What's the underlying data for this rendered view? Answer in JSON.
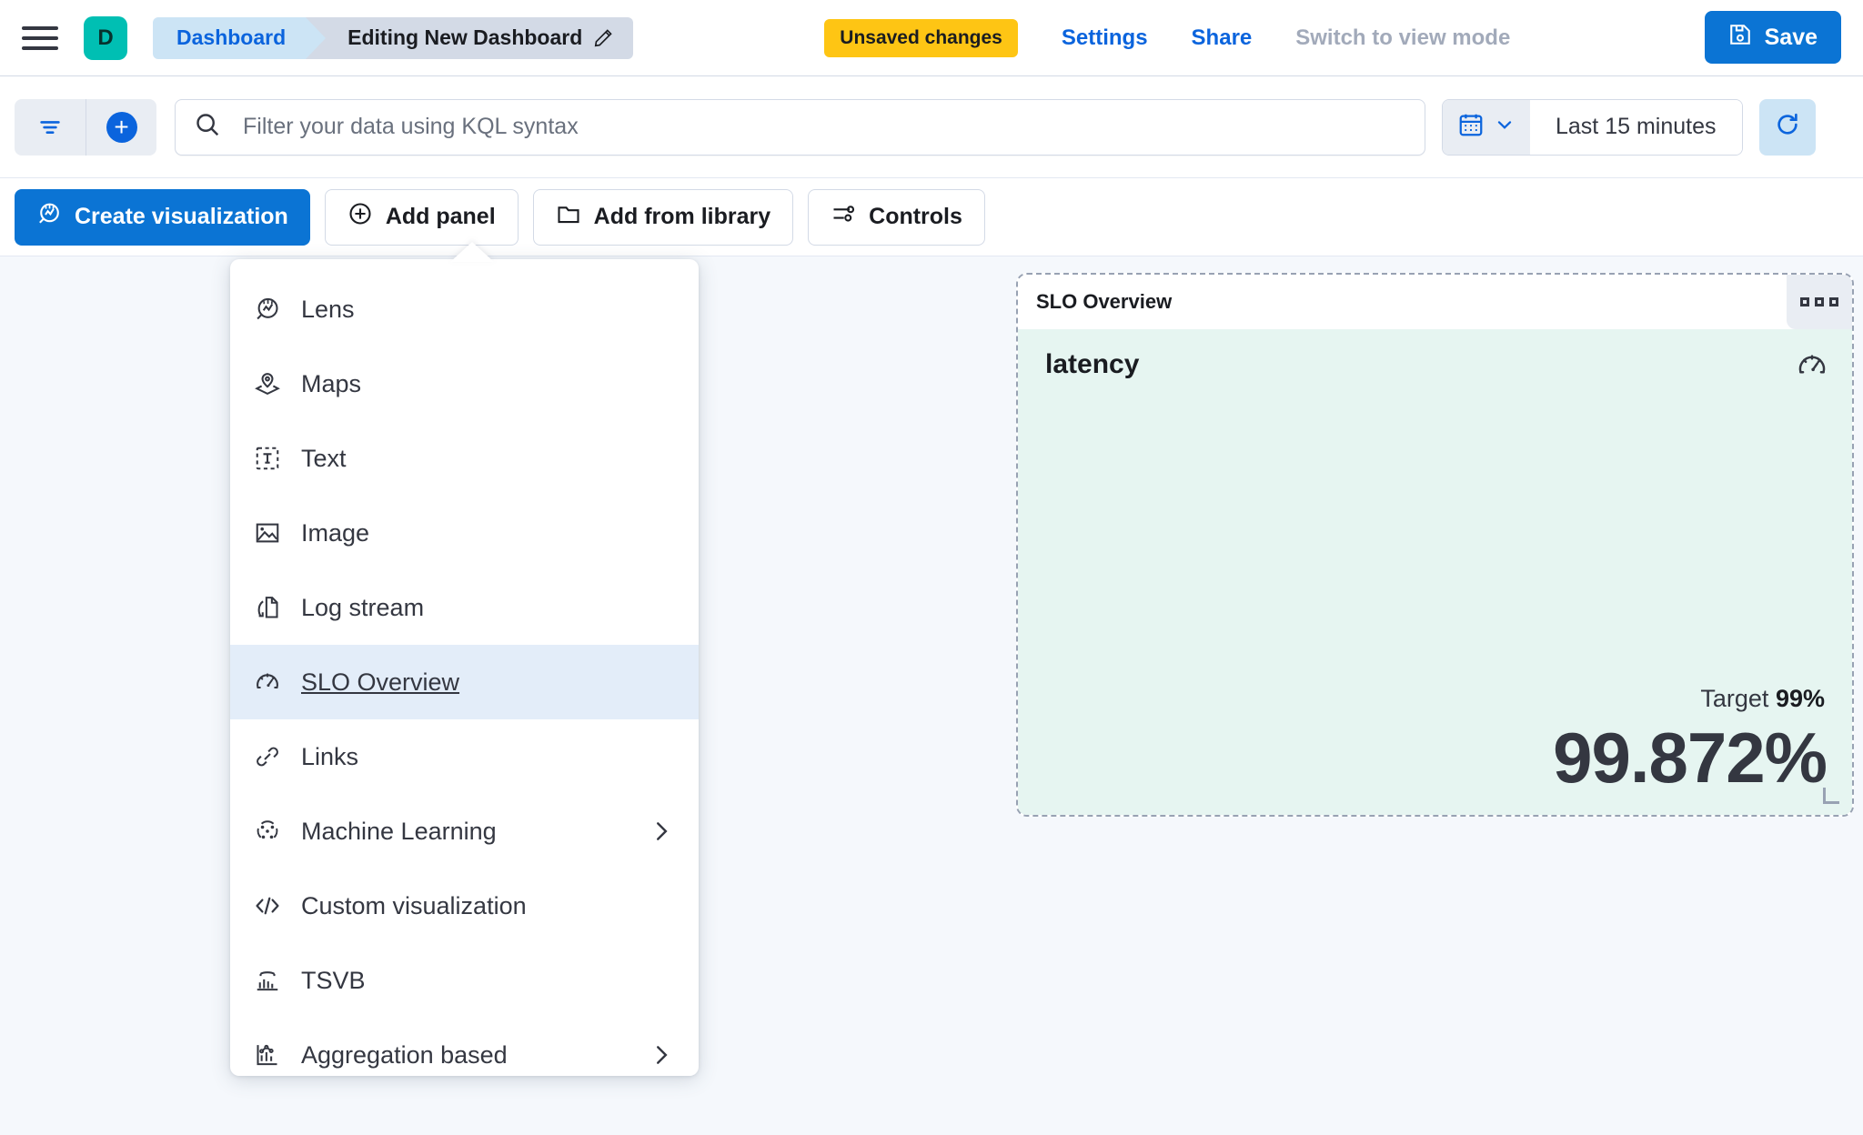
{
  "header": {
    "menu_icon": "hamburger-icon",
    "logo_letter": "D",
    "breadcrumb_home": "Dashboard",
    "breadcrumb_current": "Editing New Dashboard",
    "edit_icon": "pencil-icon",
    "unsaved_badge": "Unsaved changes",
    "settings_link": "Settings",
    "share_link": "Share",
    "view_mode_link": "Switch to view mode",
    "save_label": "Save",
    "save_icon": "save-disk-icon",
    "accent_blue": "#0B74D4",
    "badge_yellow": "#FEC514",
    "logo_teal": "#00BFB3"
  },
  "querybar": {
    "filter_icon": "filter-icon",
    "add_filter_icon": "plus-circle-icon",
    "search_icon": "search-icon",
    "search_value": "",
    "search_placeholder": "Filter your data using KQL syntax",
    "calendar_icon": "calendar-icon",
    "calendar_chevron": "chevron-down-icon",
    "time_range": "Last 15 minutes",
    "refresh_icon": "refresh-icon"
  },
  "toolbar": {
    "buttons": [
      {
        "label": "Create visualization",
        "icon": "lens-icon",
        "style": "primary"
      },
      {
        "label": "Add panel",
        "icon": "plus-in-circle-icon",
        "style": "plain"
      },
      {
        "label": "Add from library",
        "icon": "folder-icon",
        "style": "plain"
      },
      {
        "label": "Controls",
        "icon": "controls-icon",
        "style": "plain"
      }
    ]
  },
  "add_panel_menu": {
    "items": [
      {
        "label": "Lens",
        "icon": "lens-icon",
        "selected": false,
        "submenu": false
      },
      {
        "label": "Maps",
        "icon": "map-marker-icon",
        "selected": false,
        "submenu": false
      },
      {
        "label": "Text",
        "icon": "text-box-icon",
        "selected": false,
        "submenu": false
      },
      {
        "label": "Image",
        "icon": "image-icon",
        "selected": false,
        "submenu": false
      },
      {
        "label": "Log stream",
        "icon": "log-stream-icon",
        "selected": false,
        "submenu": false
      },
      {
        "label": "SLO Overview",
        "icon": "gauge-icon",
        "selected": true,
        "submenu": false
      },
      {
        "label": "Links",
        "icon": "link-icon",
        "selected": false,
        "submenu": false
      },
      {
        "label": "Machine Learning",
        "icon": "ml-icon",
        "selected": false,
        "submenu": true
      },
      {
        "label": "Custom visualization",
        "icon": "code-icon",
        "selected": false,
        "submenu": false
      },
      {
        "label": "TSVB",
        "icon": "tsvb-icon",
        "selected": false,
        "submenu": false
      },
      {
        "label": "Aggregation based",
        "icon": "agg-chart-icon",
        "selected": false,
        "submenu": true
      }
    ]
  },
  "slo_panel": {
    "panel_title": "SLO Overview",
    "context_menu_icon": "three-squares-icon",
    "metric_name": "latency",
    "gauge_icon": "gauge-icon",
    "target_label": "Target",
    "target_value": "99%",
    "sli_value": "99.872%",
    "body_background": "#E6F5F1",
    "resize_handle": "resize-corner-handle"
  }
}
